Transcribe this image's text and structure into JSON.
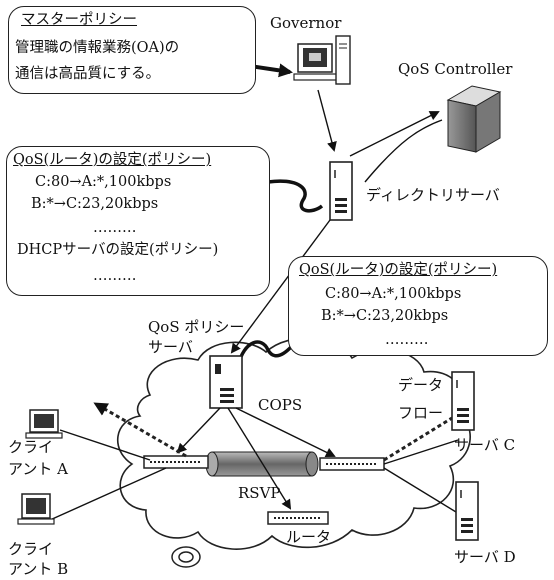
{
  "master_policy": {
    "title": "マスターポリシー",
    "lines": [
      "管理職の情報業務(OA)の",
      "通信は高品質にする。"
    ]
  },
  "router_policy_left": {
    "title": "QoS(ルータ)の設定(ポリシー)",
    "rules": [
      "C:80→A:*,100kbps",
      "B:*→C:23,20kbps",
      "………"
    ],
    "dhcp_title": "DHCPサーバの設定(ポリシー)",
    "dhcp_rules": [
      "………"
    ]
  },
  "router_policy_right": {
    "title": "QoS(ルータ)の設定(ポリシー)",
    "rules": [
      "C:80→A:*,100kbps",
      "B:*→C:23,20kbps",
      "………"
    ]
  },
  "labels": {
    "governor": "Governor",
    "qos_controller": "QoS Controller",
    "directory_server": "ディレクトリサーバ",
    "qos_policy_server_1": "QoS ポリシー",
    "qos_policy_server_2": "サーバ",
    "cops": "COPS",
    "data_flow_1": "データ",
    "data_flow_2": "フロー",
    "rsvp": "RSVP",
    "router": "ルータ",
    "client_a_1": "クライ",
    "client_a_2": "アント A",
    "client_b_1": "クライ",
    "client_b_2": "アント B",
    "server_c": "サーバ C",
    "server_d": "サーバ D"
  },
  "icons": [
    "governor-pc-icon",
    "qos-controller-icon",
    "directory-server-icon",
    "policy-server-icon",
    "client-a-pc-icon",
    "client-b-pc-icon",
    "server-c-icon",
    "server-d-icon",
    "router-icon"
  ]
}
